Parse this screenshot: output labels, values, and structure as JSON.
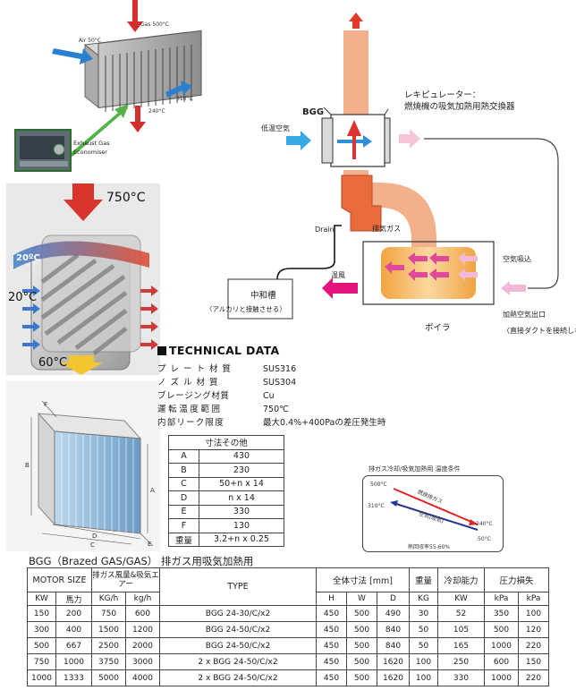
{
  "top_left_figure": {
    "gas_in": "Gas 500°C",
    "air_in": "Air 50°C",
    "air_out": "310°C",
    "gas_out": "240°C",
    "economiser_label": "Exhaust Gas Economiser"
  },
  "plate_figure": {
    "top_temp": "750°C",
    "side_temp": "20ºC",
    "left_temp": "20°C",
    "bottom_temp": "60°C"
  },
  "system_diagram": {
    "bgg_label": "BGG",
    "recuperator_line1": "レキピュレーター：",
    "recuperator_line2": "燃焼機の吸気加熱用熱交換器",
    "cold_air": "低温空気",
    "drain": "Drain",
    "exhaust_gas": "排気ガス",
    "air_intake": "空気吸込",
    "neutralizer": "中和槽",
    "neutralizer_note": "〈アルカリと接触させる〉",
    "hot_air": "温風",
    "heated_air_outlet": "加熱空気出口",
    "direct_duct_note": "〈直接ダクトを接続しな",
    "boiler": "ボイラ"
  },
  "technical_data": {
    "title": "TECHNICAL DATA",
    "rows": [
      {
        "key": "プレート材質",
        "value": "SUS316"
      },
      {
        "key": "ノズル材質",
        "value": "SUS304"
      },
      {
        "key": "ブレージング材質",
        "value": "Cu"
      },
      {
        "key": "運転温度範囲",
        "value": "750℃"
      },
      {
        "key": "内部リーク限度",
        "value": "最大0.4%+400Paの差圧発生時"
      }
    ]
  },
  "dimension_table": {
    "header": "寸法その他",
    "rows": [
      {
        "key": "A",
        "value": "430"
      },
      {
        "key": "B",
        "value": "230"
      },
      {
        "key": "C",
        "value": "50+n x 14"
      },
      {
        "key": "D",
        "value": "n x 14"
      },
      {
        "key": "E",
        "value": "330"
      },
      {
        "key": "F",
        "value": "130"
      },
      {
        "key": "重量",
        "value": "3.2+n x 0.25"
      }
    ]
  },
  "temperature_chart": {
    "title": "排ガス冷却/吸気加熱用 温度条件",
    "gas_label": "燃焼排ガス",
    "air_label": "空気(吸気)",
    "t_500": "500°C",
    "t_310": "310°C",
    "t_240": "240°C",
    "t_50": "50°C",
    "recovery": "熱回収率55-60%",
    "colors": {
      "gas": "#e0242a",
      "air": "#2a3590"
    }
  },
  "main_table": {
    "title": "BGG（Brazed GAS/GAS） 排ガス用吸気加熱用",
    "headers": {
      "motor_size": "MOTOR SIZE",
      "flow": "排ガス風量&吸気エアー",
      "type": "TYPE",
      "overall": "全体寸法 [mm]",
      "weight": "重量",
      "capacity": "冷却能力",
      "pressure": "圧力損失"
    },
    "units": [
      "KW",
      "馬力",
      "KG/h",
      "kg/h",
      "H",
      "W",
      "D",
      "KG",
      "KW",
      "kPa",
      "kPa"
    ],
    "rows": [
      [
        "150",
        "200",
        "750",
        "600",
        "BGG 24-30/C/x2",
        "450",
        "500",
        "490",
        "30",
        "52",
        "350",
        "100"
      ],
      [
        "300",
        "400",
        "1500",
        "1200",
        "BGG 24-50/C/x2",
        "450",
        "500",
        "840",
        "50",
        "105",
        "500",
        "120"
      ],
      [
        "500",
        "667",
        "2500",
        "2000",
        "BGG 24-50/C/x2",
        "450",
        "500",
        "840",
        "50",
        "165",
        "1000",
        "220"
      ],
      [
        "750",
        "1000",
        "3750",
        "3000",
        "2 x BGG 24-50/C/x2",
        "450",
        "500",
        "1620",
        "100",
        "250",
        "600",
        "150"
      ],
      [
        "1000",
        "1333",
        "5000",
        "4000",
        "2 x BGG 24-50/C/x2",
        "450",
        "500",
        "1620",
        "100",
        "330",
        "1000",
        "220"
      ]
    ]
  }
}
